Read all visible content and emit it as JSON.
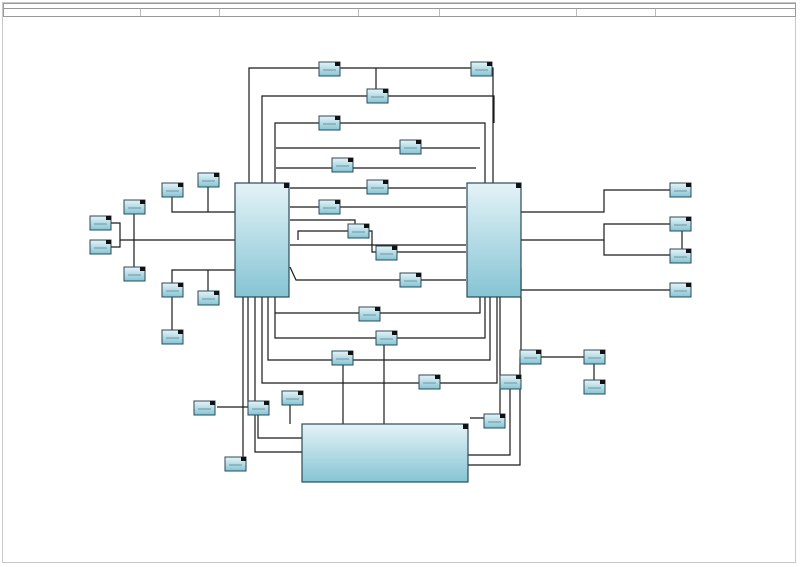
{
  "header": {
    "title": "",
    "cells": [
      "",
      "",
      "",
      "",
      "",
      "",
      "",
      ""
    ]
  },
  "colors": {
    "line": "#1a1a1a",
    "box_top": "#e4f3f7",
    "box_bottom": "#86c4d4",
    "box_stroke": "#2b4a57",
    "tag": "#111111"
  },
  "major_blocks": [
    {
      "id": "left-controller",
      "label": ""
    },
    {
      "id": "right-controller",
      "label": ""
    },
    {
      "id": "bottom-controller",
      "label": ""
    }
  ],
  "module_count": 42
}
